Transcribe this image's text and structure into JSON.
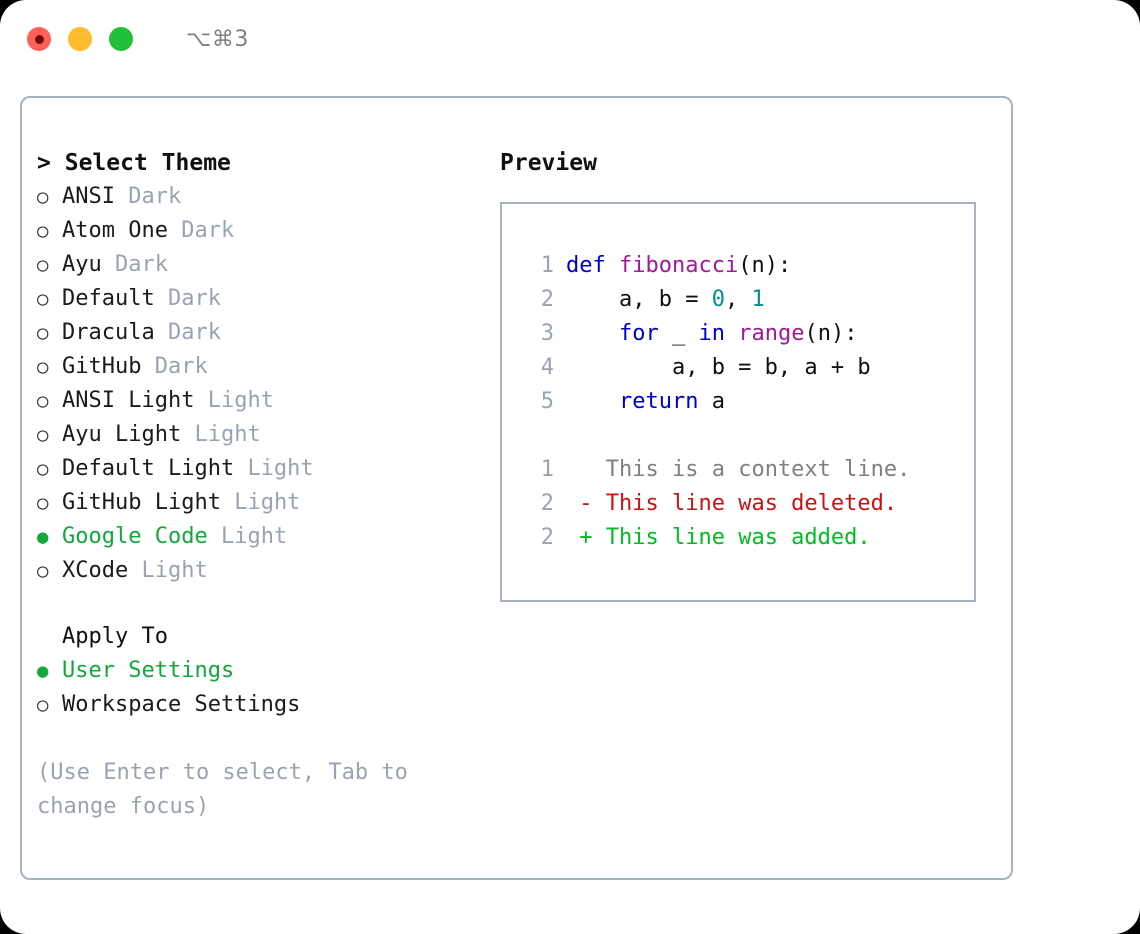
{
  "window": {
    "shortcut": "⌥⌘3",
    "traffic_lights": [
      {
        "name": "close",
        "color": "#ff6159"
      },
      {
        "name": "minimize",
        "color": "#ffbd2e"
      },
      {
        "name": "maximize",
        "color": "#21c03b"
      }
    ]
  },
  "accent": {
    "selected": "#13a83b",
    "muted": "#9aa3b2",
    "border": "#a8b2c1"
  },
  "theme_list": {
    "caret": ">",
    "header": "Select Theme",
    "bullet_unselected": "○",
    "bullet_selected": "●",
    "items": [
      {
        "label": "ANSI",
        "tag": "Dark",
        "selected": false
      },
      {
        "label": "Atom One",
        "tag": "Dark",
        "selected": false
      },
      {
        "label": "Ayu",
        "tag": "Dark",
        "selected": false
      },
      {
        "label": "Default",
        "tag": "Dark",
        "selected": false
      },
      {
        "label": "Dracula",
        "tag": "Dark",
        "selected": false
      },
      {
        "label": "GitHub",
        "tag": "Dark",
        "selected": false
      },
      {
        "label": "ANSI Light",
        "tag": "Light",
        "selected": false
      },
      {
        "label": "Ayu Light",
        "tag": "Light",
        "selected": false
      },
      {
        "label": "Default Light",
        "tag": "Light",
        "selected": false
      },
      {
        "label": "GitHub Light",
        "tag": "Light",
        "selected": false
      },
      {
        "label": "Google Code",
        "tag": "Light",
        "selected": true
      },
      {
        "label": "XCode",
        "tag": "Light",
        "selected": false
      }
    ]
  },
  "apply_to": {
    "header": "Apply To",
    "items": [
      {
        "label": "User Settings",
        "selected": true
      },
      {
        "label": "Workspace Settings",
        "selected": false
      }
    ]
  },
  "hint": "(Use Enter to select, Tab to change focus)",
  "preview": {
    "title": "Preview",
    "code_lines": [
      {
        "number": "1",
        "tokens": [
          {
            "text": "def ",
            "type": "kw"
          },
          {
            "text": "fibonacci",
            "type": "fn"
          },
          {
            "text": "(n):",
            "type": "pl"
          }
        ]
      },
      {
        "number": "2",
        "tokens": [
          {
            "text": "    a, b = ",
            "type": "pl"
          },
          {
            "text": "0",
            "type": "num"
          },
          {
            "text": ", ",
            "type": "pl"
          },
          {
            "text": "1",
            "type": "num"
          }
        ]
      },
      {
        "number": "3",
        "tokens": [
          {
            "text": "    ",
            "type": "pl"
          },
          {
            "text": "for",
            "type": "kw"
          },
          {
            "text": " _ ",
            "type": "pl"
          },
          {
            "text": "in",
            "type": "kw"
          },
          {
            "text": " ",
            "type": "pl"
          },
          {
            "text": "range",
            "type": "fn"
          },
          {
            "text": "(n):",
            "type": "pl"
          }
        ]
      },
      {
        "number": "4",
        "tokens": [
          {
            "text": "        a, b = b, a + b",
            "type": "pl"
          }
        ]
      },
      {
        "number": "5",
        "tokens": [
          {
            "text": "    ",
            "type": "pl"
          },
          {
            "text": "return",
            "type": "kw"
          },
          {
            "text": " a",
            "type": "pl"
          }
        ]
      }
    ],
    "diff_lines": [
      {
        "number": "1",
        "marker": " ",
        "text": "This is a context line.",
        "type": "ctx"
      },
      {
        "number": "2",
        "marker": "-",
        "text": "This line was deleted.",
        "type": "del"
      },
      {
        "number": "2",
        "marker": "+",
        "text": "This line was added.",
        "type": "add"
      }
    ]
  }
}
